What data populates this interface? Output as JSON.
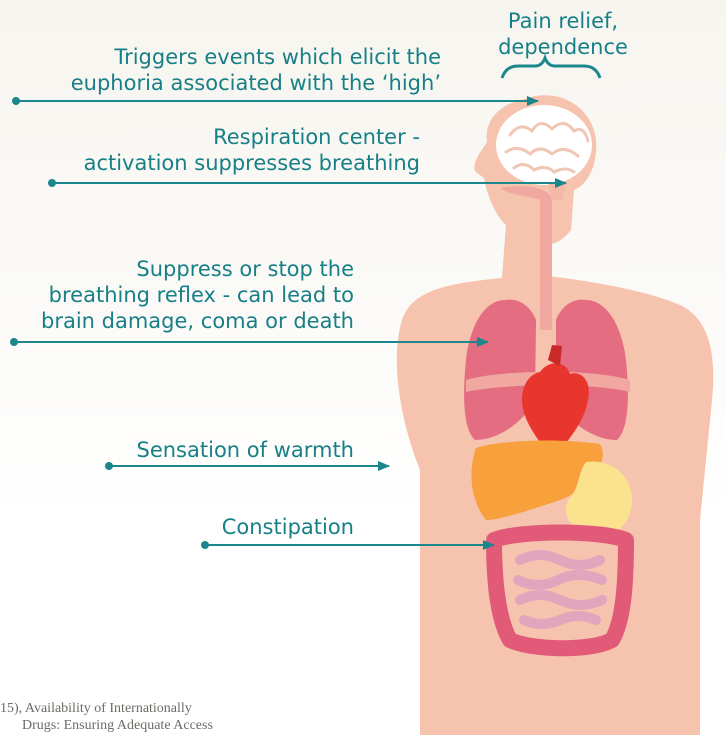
{
  "labels": {
    "pain_relief_line1": "Pain relief,",
    "pain_relief_line2": "dependence",
    "euphoria_line1": "Triggers events which elicit the",
    "euphoria_line2": "euphoria associated with the ‘high’",
    "respiration_line1": "Respiration center -",
    "respiration_line2": "activation suppresses breathing",
    "breathing_line1": "Suppress or stop the",
    "breathing_line2": "breathing reflex - can lead to",
    "breathing_line3": "brain damage, coma or death",
    "warmth": "Sensation of warmth",
    "constipation": "Constipation"
  },
  "citation": {
    "line1": "15), Availability of Internationally",
    "line2": "Drugs: Ensuring Adequate Access"
  },
  "colors": {
    "label_text": "#177f86",
    "arrow": "#1b868c",
    "skin": "#f6c3ae",
    "lungs": "#e46d82",
    "liver": "#f7a03c",
    "intestine": "#e15b79"
  }
}
